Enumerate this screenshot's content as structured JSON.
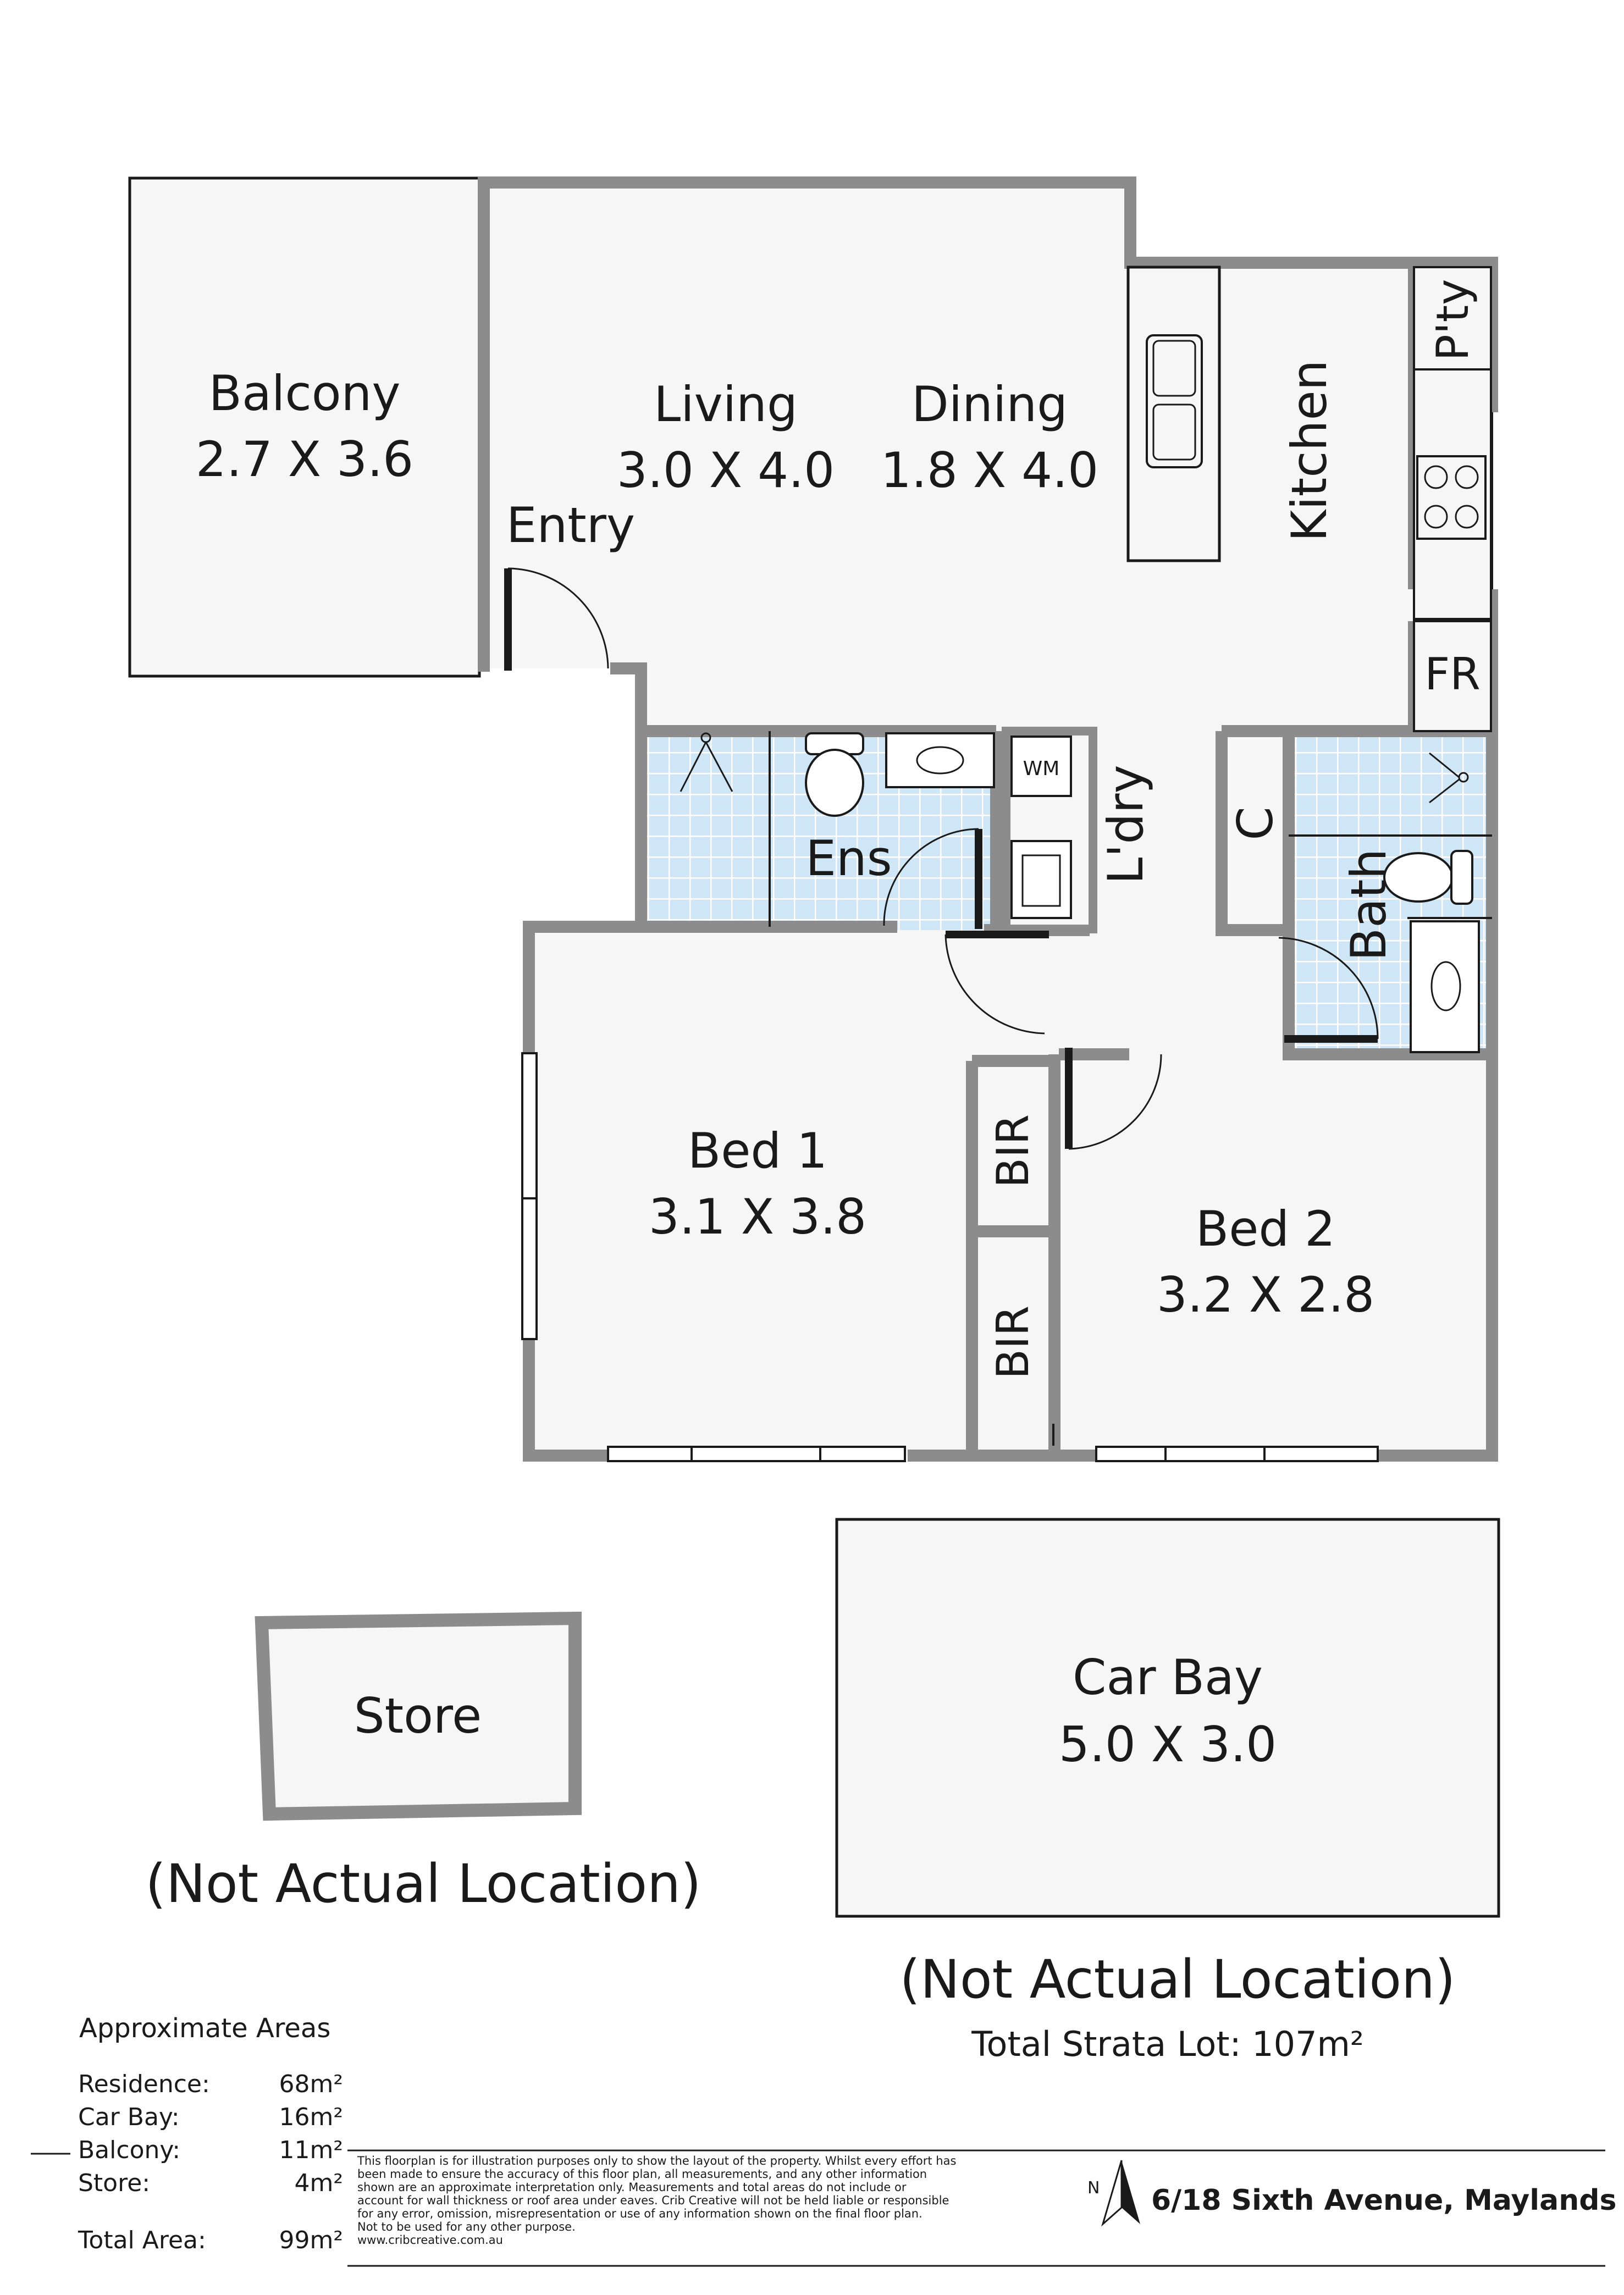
{
  "rooms": {
    "balcony": {
      "name": "Balcony",
      "dims": "2.7 X 3.6"
    },
    "living": {
      "name": "Living",
      "dims": "3.0 X 4.0"
    },
    "dining": {
      "name": "Dining",
      "dims": "1.8 X 4.0"
    },
    "entry": {
      "name": "Entry"
    },
    "kitchen": {
      "name": "Kitchen"
    },
    "pantry": {
      "name": "P'ty"
    },
    "fridge": {
      "name": "FR"
    },
    "ensuite": {
      "name": "Ens"
    },
    "laundry": {
      "name": "L'dry"
    },
    "washing_machine": {
      "name": "WM"
    },
    "cupboard": {
      "name": "C"
    },
    "bath": {
      "name": "Bath"
    },
    "bed1": {
      "name": "Bed 1",
      "dims": "3.1 X 3.8"
    },
    "bed2": {
      "name": "Bed 2",
      "dims": "3.2 X 2.8"
    },
    "bir_upper": {
      "name": "BIR"
    },
    "bir_lower": {
      "name": "BIR"
    },
    "store": {
      "name": "Store"
    },
    "car_bay": {
      "name": "Car Bay",
      "dims": "5.0 X 3.0"
    }
  },
  "notes": {
    "store_location": "(Not Actual Location)",
    "car_bay_location": "(Not Actual Location)",
    "total_strata": "Total Strata Lot: 107m²"
  },
  "areas": {
    "title": "Approximate Areas",
    "rows": [
      {
        "label": "Residence:",
        "value": "68m²"
      },
      {
        "label": "Car Bay:",
        "value": "16m²"
      },
      {
        "label": "Balcony:",
        "value": "11m²"
      },
      {
        "label": "Store:",
        "value": "4m²"
      }
    ],
    "total": {
      "label": "Total Area:",
      "value": "99m²"
    }
  },
  "disclaimer": [
    "This floorplan is for illustration purposes only to show the layout of the property. Whilst every effort has",
    "been made to ensure the accuracy of this floor plan, all measurements, and any other information",
    "shown are an approximate interpretation only. Measurements and total areas do not include or",
    "account for wall thickness or roof area under eaves. Crib Creative will not be held liable or responsible",
    "for any error, omission, misrepresentation or use of any information shown on the final floor plan.",
    "Not to be used for any other purpose.",
    "www.cribcreative.com.au"
  ],
  "compass": {
    "letter": "N"
  },
  "address": "6/18 Sixth Avenue, Maylands",
  "colors": {
    "wall": "#8c8c8c",
    "floor": "#f6f6f6",
    "tile": "#cfe6f6",
    "grout": "#ffffff",
    "text": "#1a1a1a"
  }
}
